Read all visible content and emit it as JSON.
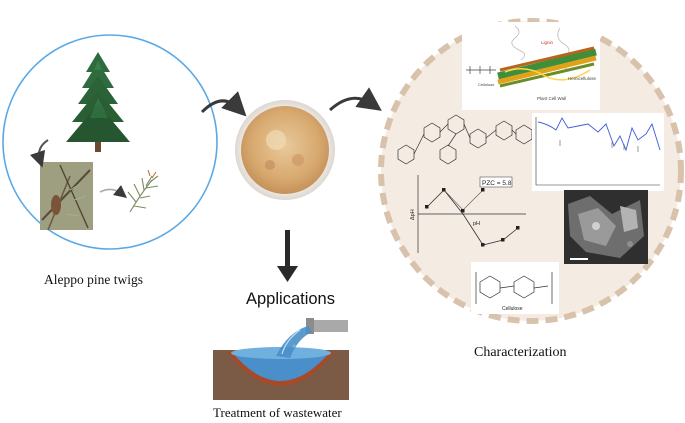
{
  "labels": {
    "twigs": "Aleppo pine twigs",
    "applications": "Applications",
    "wastewater": "Treatment of wastewater",
    "characterization": "Characterization"
  },
  "inset_text": {
    "lignin": "Lignin",
    "cellulose_top": "Cellulose",
    "hemicellulose": "Hemicellulose",
    "plant_cell_wall": "Plant Cell Wall",
    "pzc": "PZC = 5.8",
    "ph_axis": "pH",
    "delta_ph": "ΔpH",
    "cellulose_bottom": "Cellulose"
  },
  "colors": {
    "circle_blue": "#5aa9e6",
    "dashed_circle": "#d9c2ac",
    "characterization_fill": "#f4ebe3",
    "arrow": "#3a3a3a",
    "water": "#4a8fc9",
    "soil": "#7b5a46"
  }
}
